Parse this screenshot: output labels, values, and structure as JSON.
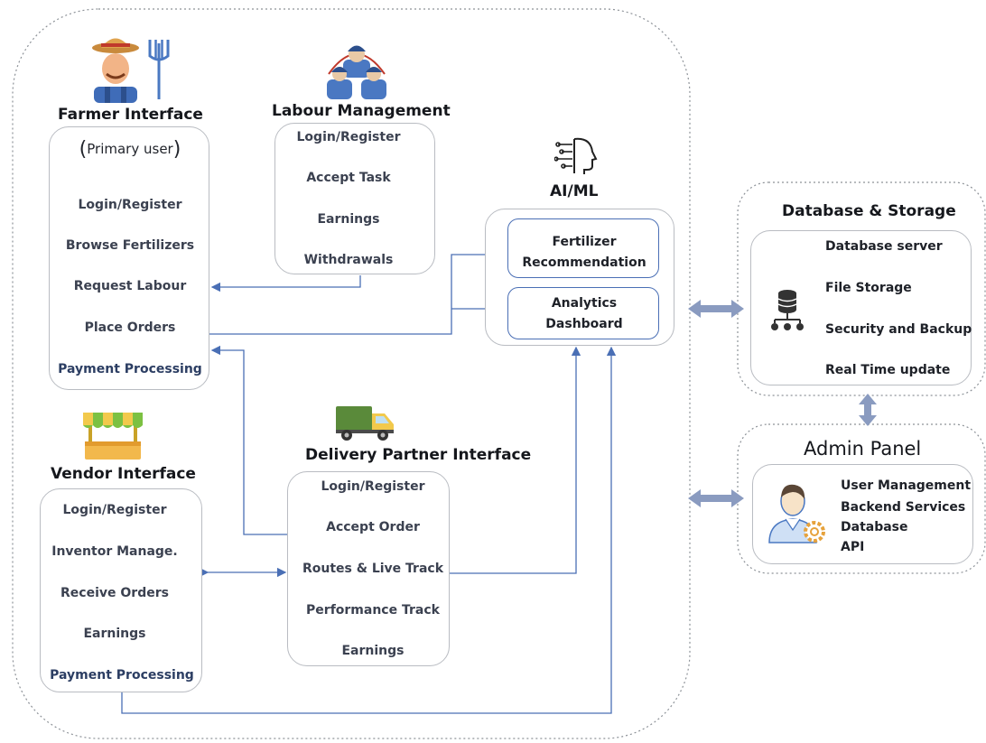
{
  "farmer": {
    "title": "Farmer Interface",
    "subtitle": "Primary user",
    "items": [
      "Login/Register",
      "Browse Fertilizers",
      "Request Labour",
      "Place Orders",
      "Payment Processing"
    ],
    "icon": "farmer-icon"
  },
  "labour": {
    "title": "Labour Management",
    "items": [
      "Login/Register",
      "Accept Task",
      "Earnings",
      "Withdrawals"
    ],
    "icon": "workers-icon"
  },
  "aiml": {
    "title": "AI/ML",
    "items": [
      "Fertilizer\nRecommendation",
      "Analytics\nDashboard"
    ],
    "icon": "ai-head-icon"
  },
  "vendor": {
    "title": "Vendor Interface",
    "items": [
      "Login/Register",
      "Inventor Manage.",
      "Receive Orders",
      "Earnings",
      "Payment Processing"
    ],
    "icon": "market-stall-icon"
  },
  "delivery": {
    "title": "Delivery Partner Interface",
    "items": [
      "Login/Register",
      "Accept Order",
      "Routes & Live Track",
      "Performance Track",
      "Earnings"
    ],
    "icon": "truck-icon"
  },
  "database": {
    "title": "Database & Storage",
    "items": [
      "Database server",
      "File Storage",
      "Security and Backup",
      "Real Time update"
    ],
    "icon": "database-icon"
  },
  "admin": {
    "title": "Admin Panel",
    "items": [
      "User Management",
      "Backend Services",
      "Database",
      "API"
    ],
    "icon": "admin-user-gear-icon"
  },
  "colors": {
    "arrow": "#4a6fb5",
    "connector": "#8a9bc0",
    "border": "#b9bcc2"
  }
}
